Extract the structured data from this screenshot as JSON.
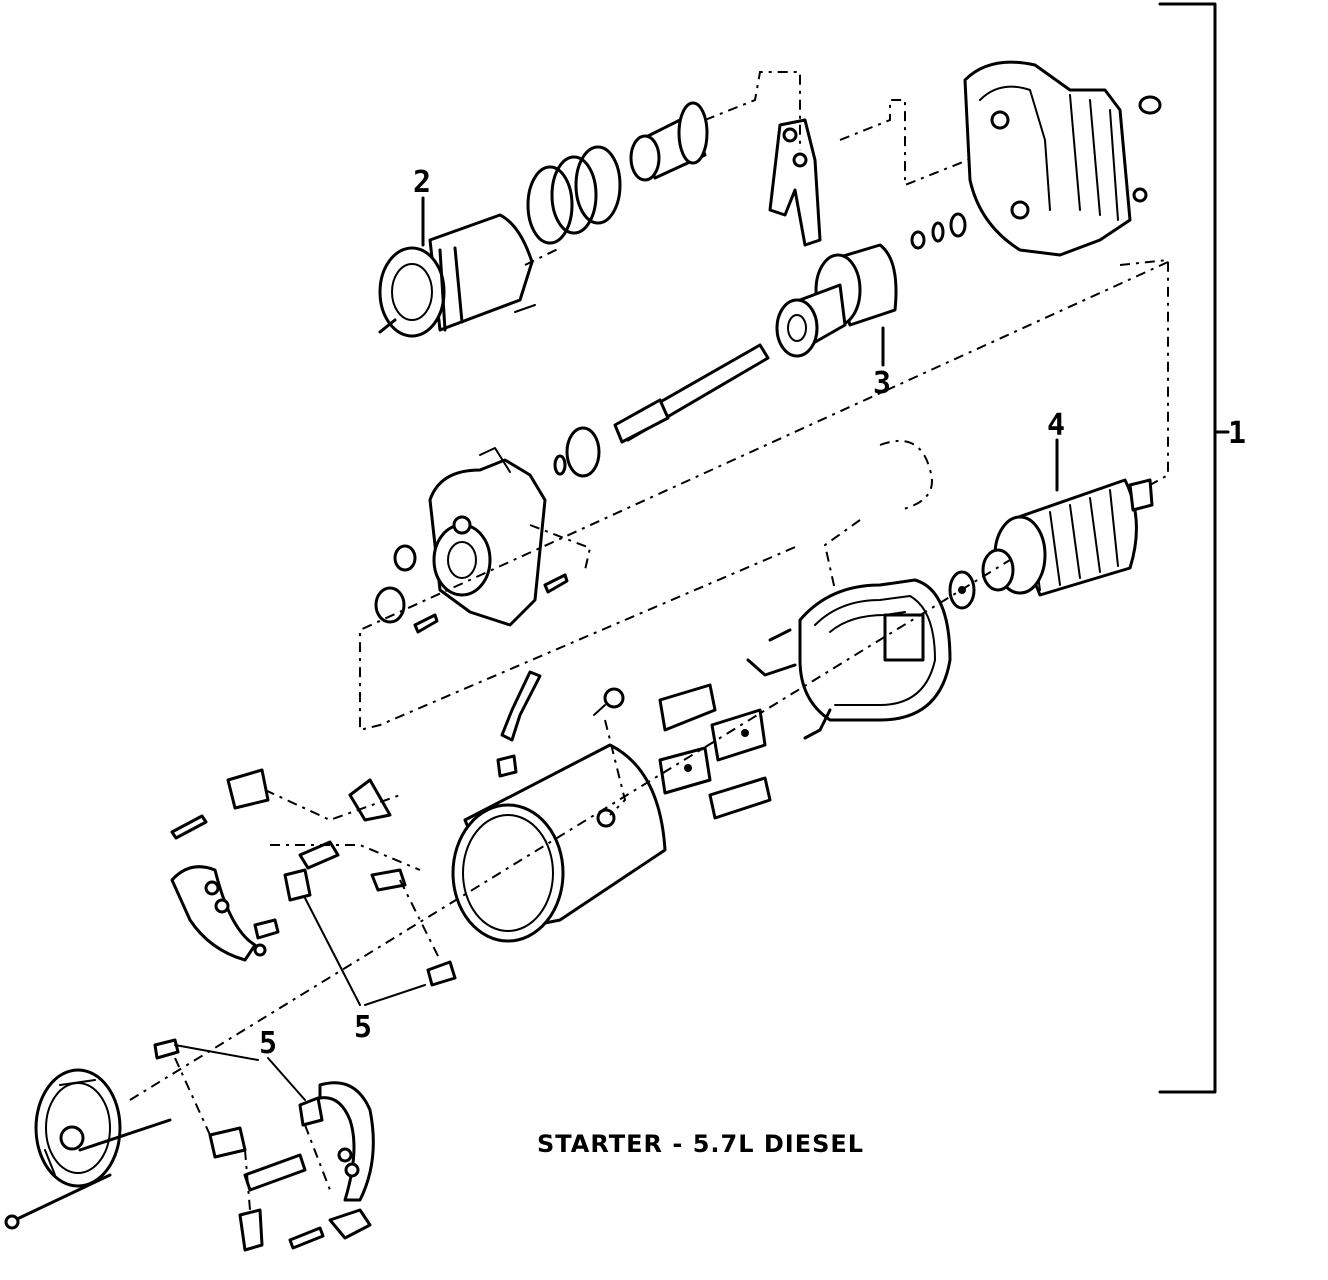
{
  "caption": "STARTER - 5.7L DIESEL",
  "callouts": {
    "c1": "1",
    "c2": "2",
    "c3": "3",
    "c4": "4",
    "c5a": "5",
    "c5b": "5"
  }
}
